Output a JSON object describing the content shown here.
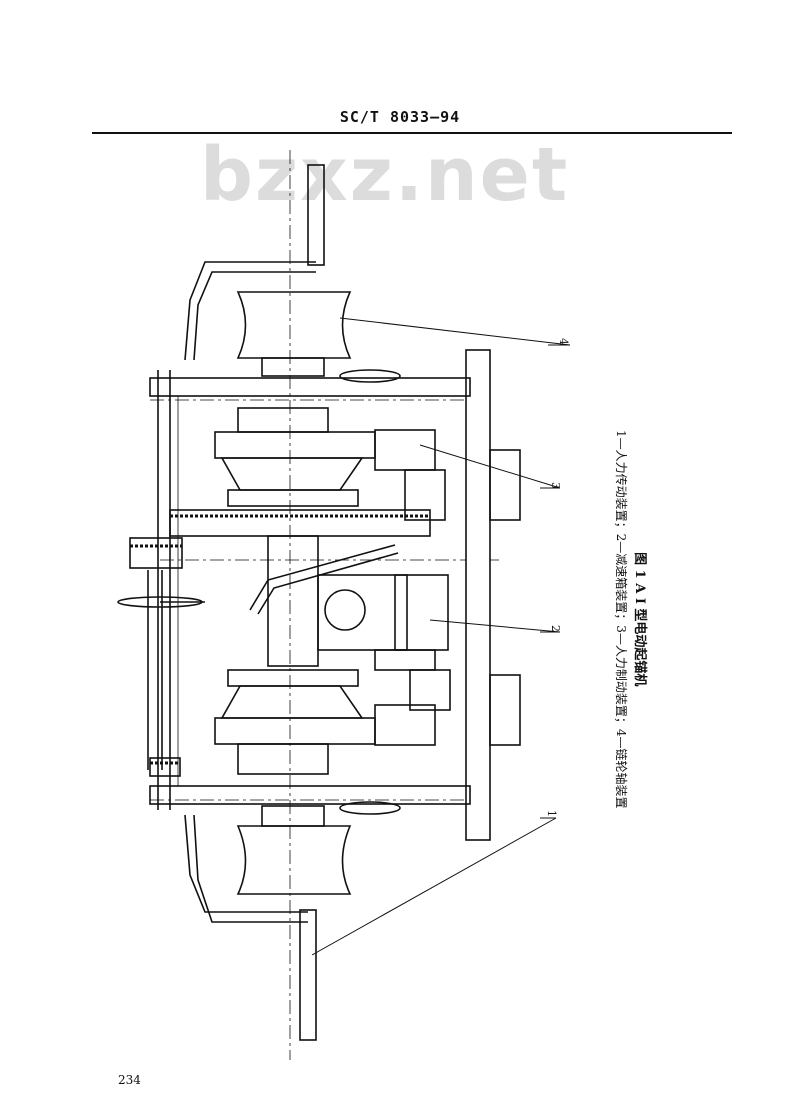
{
  "header": {
    "standard_code": "SC/T 8033—94"
  },
  "watermark": {
    "text": "bzxz.net"
  },
  "figure": {
    "title": "图 1  A I 型电动起锚机",
    "legend": "1—人力传动装置；2—减速箱装置；3—人力制动装置；4—链轮轴装置",
    "callouts": [
      "4",
      "3",
      "2",
      "1"
    ]
  },
  "page": {
    "number": "234"
  }
}
